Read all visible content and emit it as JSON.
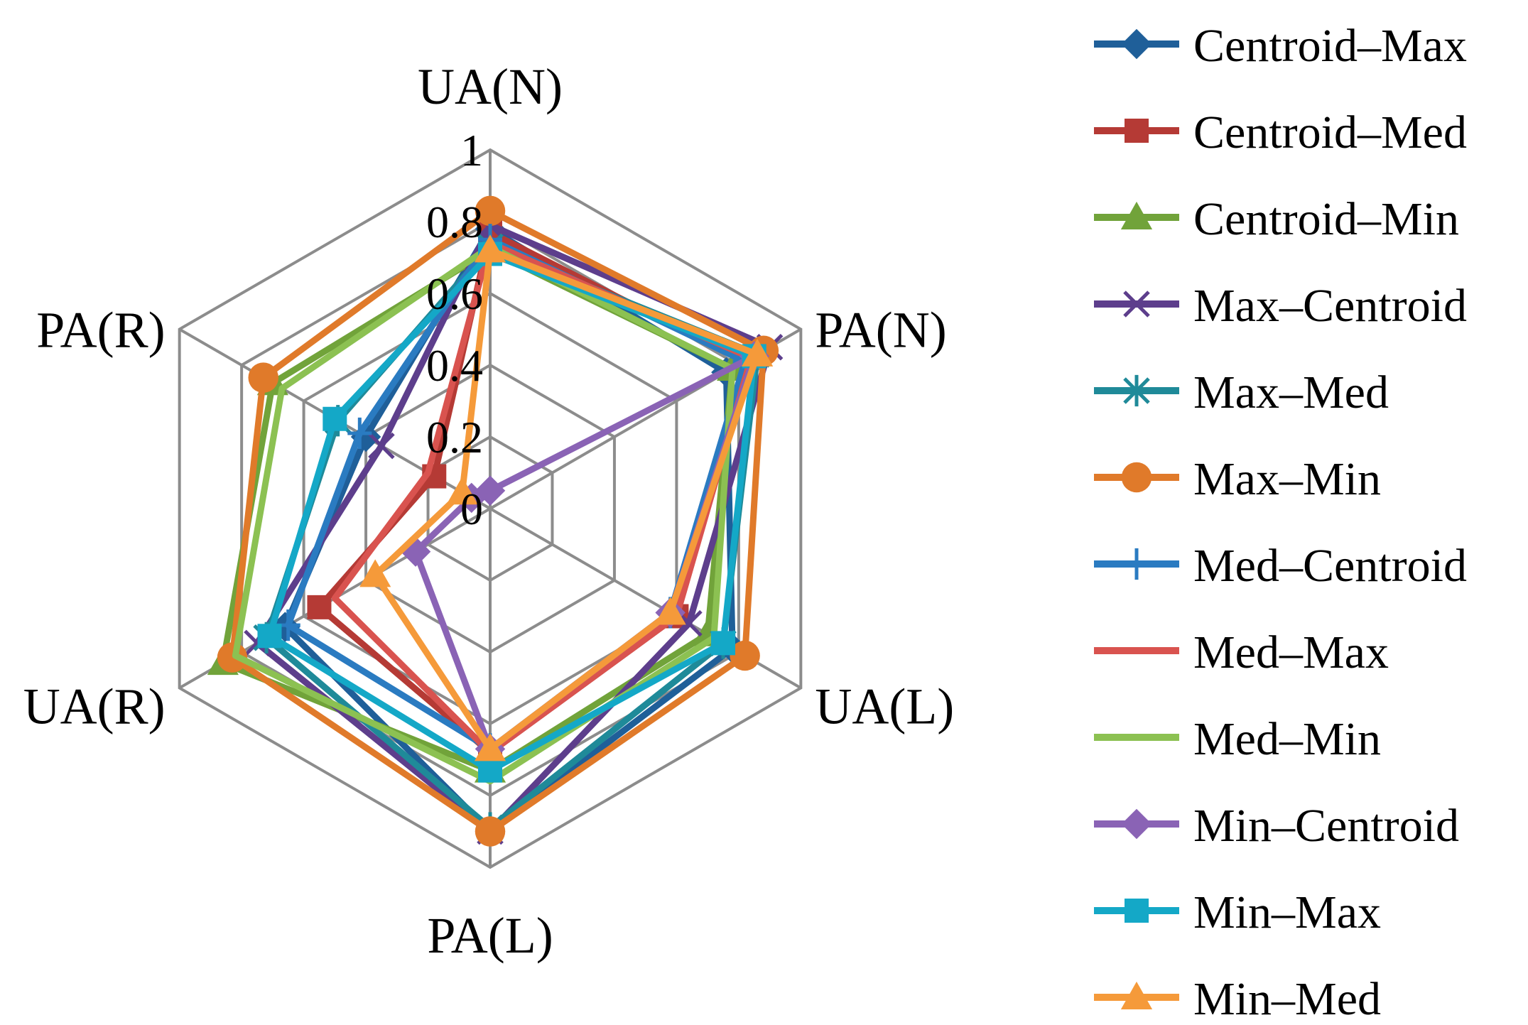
{
  "chart_data": {
    "type": "radar",
    "axes": [
      "UA(N)",
      "PA(N)",
      "UA(L)",
      "PA(L)",
      "UA(R)",
      "PA(R)"
    ],
    "range": [
      0,
      1
    ],
    "ticks": [
      "0",
      "0.2",
      "0.4",
      "0.6",
      "0.8",
      "1"
    ],
    "tick_values": [
      0,
      0.2,
      0.4,
      0.6,
      0.8,
      1
    ],
    "grid": true,
    "legend_position": "right",
    "series": [
      {
        "name": "Centroid–Max",
        "color": "#1f5f99",
        "marker": "diamond",
        "values": [
          0.78,
          0.76,
          0.78,
          0.9,
          0.66,
          0.4
        ]
      },
      {
        "name": "Centroid–Med",
        "color": "#b53a35",
        "marker": "square",
        "values": [
          0.77,
          0.82,
          0.6,
          0.68,
          0.55,
          0.18
        ]
      },
      {
        "name": "Centroid–Min",
        "color": "#71a33a",
        "marker": "triangle",
        "values": [
          0.72,
          0.78,
          0.7,
          0.73,
          0.86,
          0.7
        ]
      },
      {
        "name": "Max–Centroid",
        "color": "#5d3e8c",
        "marker": "x",
        "values": [
          0.79,
          0.9,
          0.64,
          0.9,
          0.75,
          0.35
        ]
      },
      {
        "name": "Max–Med",
        "color": "#1f8a99",
        "marker": "asterisk",
        "values": [
          0.73,
          0.86,
          0.75,
          0.89,
          0.72,
          0.49
        ]
      },
      {
        "name": "Max–Min",
        "color": "#e07a2a",
        "marker": "circle",
        "values": [
          0.83,
          0.88,
          0.82,
          0.9,
          0.83,
          0.73
        ]
      },
      {
        "name": "Med–Centroid",
        "color": "#2a7bc1",
        "marker": "plus",
        "values": [
          0.75,
          0.82,
          0.58,
          0.67,
          0.65,
          0.42
        ]
      },
      {
        "name": "Med–Max",
        "color": "#d9534f",
        "marker": "none",
        "values": [
          0.74,
          0.84,
          0.6,
          0.68,
          0.5,
          0.2
        ]
      },
      {
        "name": "Med–Min",
        "color": "#8cc152",
        "marker": "none",
        "values": [
          0.73,
          0.78,
          0.72,
          0.76,
          0.82,
          0.67
        ]
      },
      {
        "name": "Min–Centroid",
        "color": "#8a63b5",
        "marker": "diamond",
        "values": [
          0.05,
          0.85,
          0.58,
          0.67,
          0.24,
          0.06
        ]
      },
      {
        "name": "Min–Max",
        "color": "#14a8c7",
        "marker": "square",
        "values": [
          0.71,
          0.85,
          0.75,
          0.73,
          0.71,
          0.5
        ]
      },
      {
        "name": "Min–Med",
        "color": "#f59a3a",
        "marker": "triangle",
        "values": [
          0.72,
          0.86,
          0.58,
          0.67,
          0.37,
          0.09
        ]
      }
    ]
  }
}
